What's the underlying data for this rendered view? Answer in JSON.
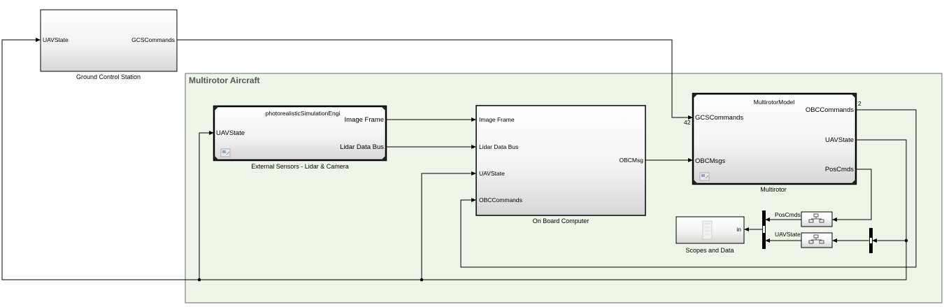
{
  "subsystem_area": {
    "title": "Multirotor Aircraft"
  },
  "blocks": {
    "gcs": {
      "caption": "Ground Control Station",
      "in_port": "UAVState",
      "out_port": "GCSCommands"
    },
    "sensors": {
      "caption": "External Sensors - Lidar & Camera",
      "inner_title": "photorealisticSimulationEngi",
      "in_port": "UAVState",
      "out_ports": [
        "Image Frame",
        "Lidar Data Bus"
      ]
    },
    "obc": {
      "caption": "On Board Computer",
      "in_ports": [
        "Image Frame",
        "Lidar Data Bus",
        "UAVState",
        "OBCCommands"
      ],
      "out_port": "OBCMsg"
    },
    "multirotor": {
      "caption": "Multirotor",
      "inner_title": "MultirotorModel",
      "in_ports": [
        "GCSCommands",
        "OBCMsgs"
      ],
      "out_ports": [
        "OBCCommands",
        "UAVState",
        "PosCmds"
      ],
      "dim_labels": {
        "obc_commands": "2",
        "gcs_commands": "42"
      }
    },
    "scopes": {
      "caption": "Scopes and Data",
      "in_port": "in"
    }
  },
  "signal_labels": {
    "poscmds": "PosCmds",
    "uavstate": "UAVState"
  },
  "icons": [
    "model-reference-icon",
    "bus-selector-icon",
    "bus-creator-icon",
    "scopes-icon"
  ]
}
